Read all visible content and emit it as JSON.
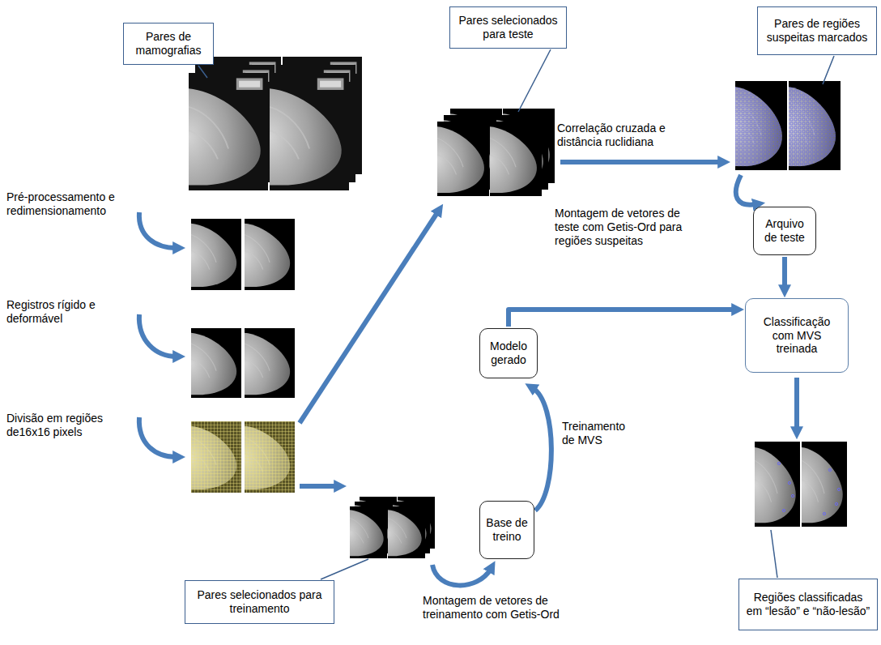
{
  "diagram": {
    "nodes": [
      {
        "text": [
          "Pares de mamografias"
        ]
      },
      {
        "text": [
          "Pares selecionados para teste"
        ]
      },
      {
        "text": [
          "Pares de regiões suspeitas marcados"
        ]
      },
      {
        "text": [
          "Arquivo de teste"
        ]
      },
      {
        "text": [
          "Classificação com MVS treinada"
        ]
      },
      {
        "text": [
          "Modelo gerado"
        ]
      },
      {
        "text": [
          "Base de treino"
        ]
      },
      {
        "text": [
          "Pares selecionados para treinamento"
        ]
      },
      {
        "text": [
          "Regiões classificadas em “lesão” e “não-lesão”"
        ]
      }
    ],
    "edges": [
      {
        "from": 3,
        "to": 4,
        "arrow": "to"
      },
      {
        "from": 5,
        "to": 4,
        "arrow": "to"
      },
      {
        "from": 6,
        "to": 5,
        "arrow": "to",
        "label": "Treinamento de MVS"
      }
    ],
    "labels": [
      "Pré-processamento e redimensionamento",
      "Registros rígido e deformável",
      "Divisão em regiões de16x16 pixels",
      "Correlação cruzada e distância ruclidiana",
      "Montagem de vetores de teste com Getis-Ord para regiões suspeitas",
      "Montagem de vetores de treinamento com Getis-Ord"
    ]
  }
}
